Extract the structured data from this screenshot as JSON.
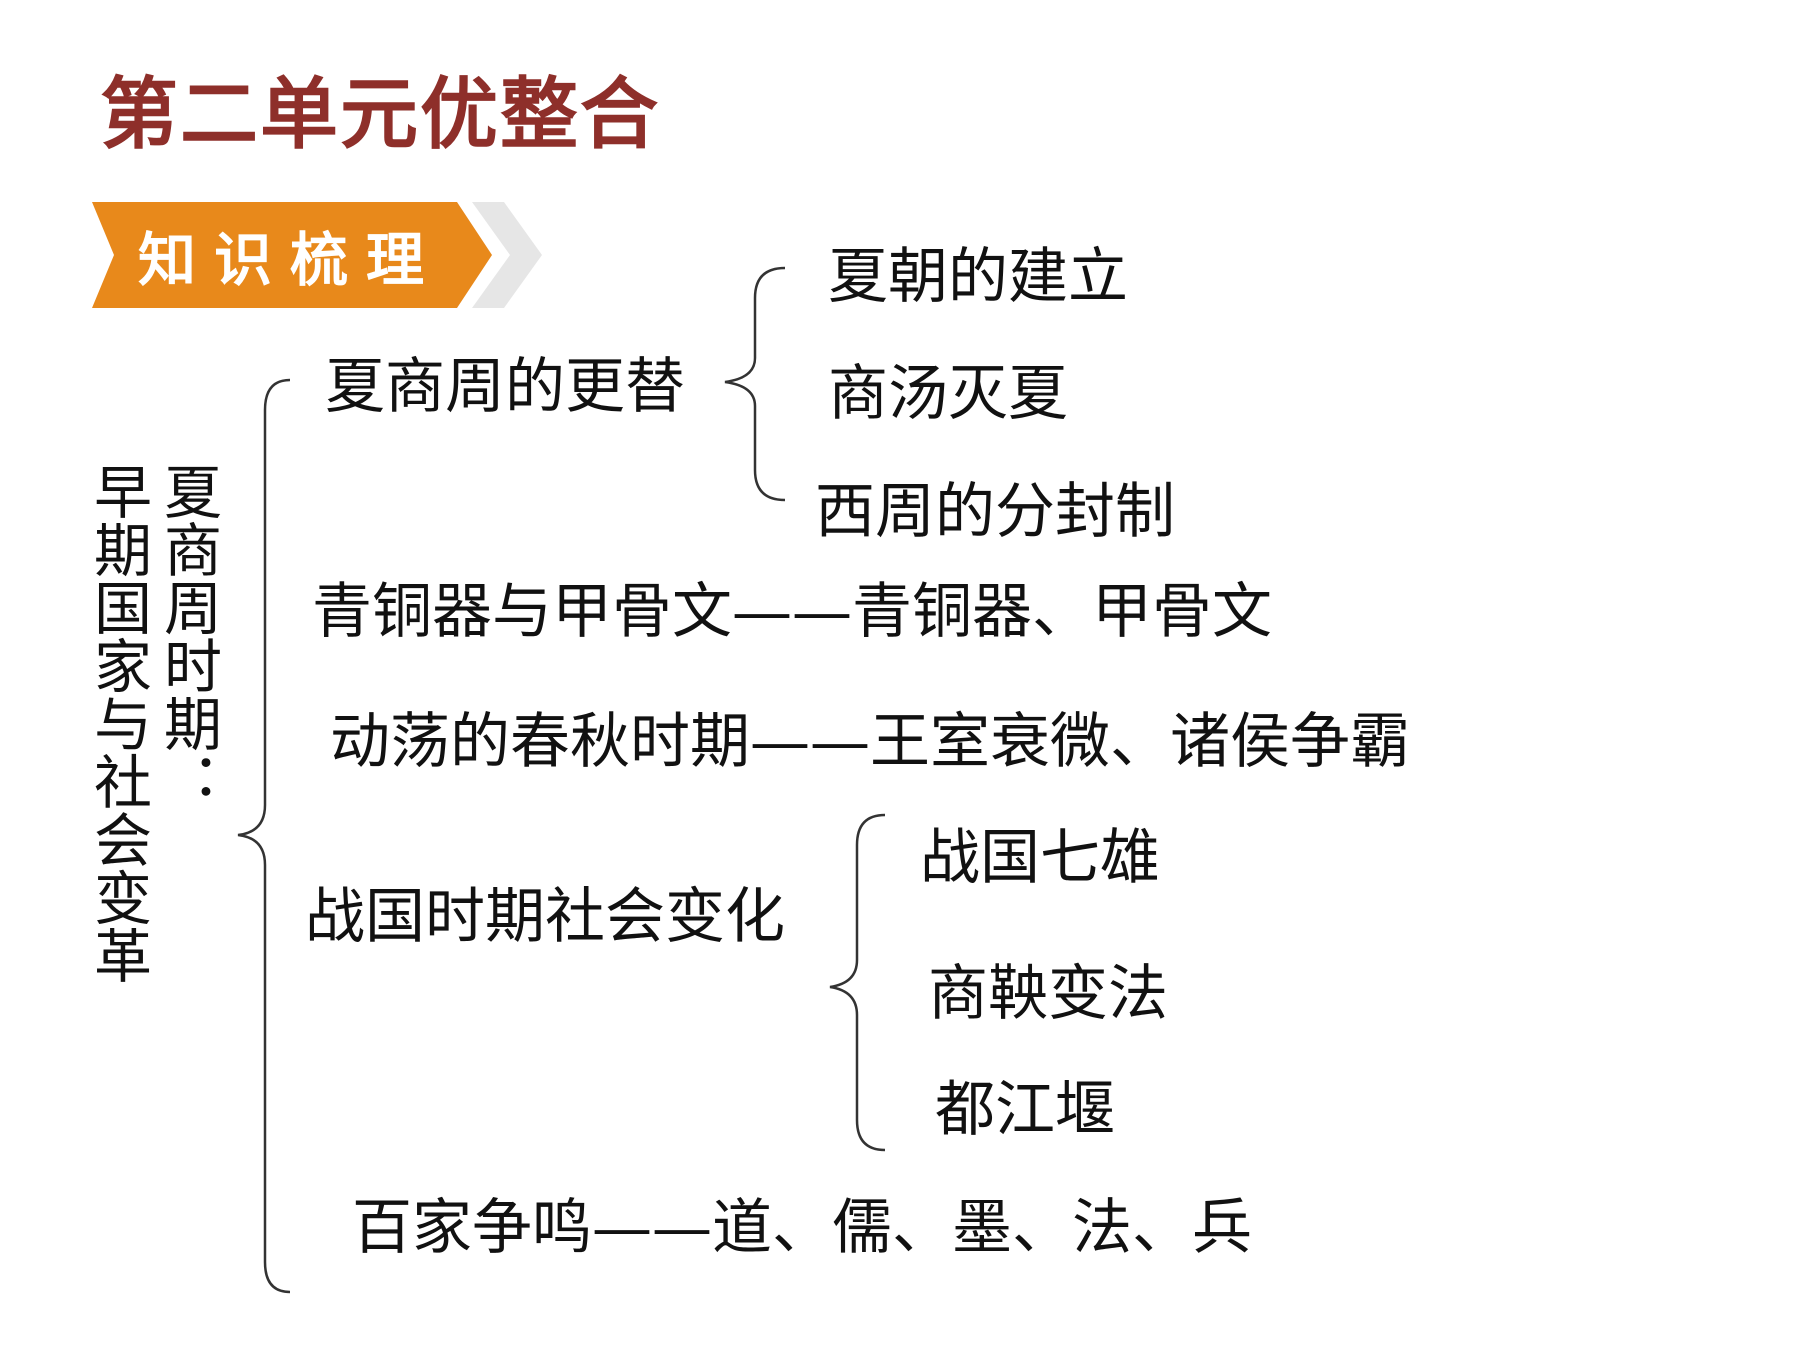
{
  "page": {
    "title": "第二单元优整合",
    "banner": "知识梳理",
    "accent_color": "#e8891b",
    "title_color": "#8e2f2a"
  },
  "root": {
    "col_1": "早期国家与社会变革",
    "col_2": "夏商周时期："
  },
  "branches": {
    "xia_shang_zhou": {
      "label": "夏商周的更替",
      "children": [
        "夏朝的建立",
        "商汤灭夏",
        "西周的分封制"
      ]
    },
    "bronze": "青铜器与甲骨文——青铜器、甲骨文",
    "chunqiu": "动荡的春秋时期——王室衰微、诸侯争霸",
    "zhanguo": {
      "label": "战国时期社会变化",
      "children": [
        "战国七雄",
        "商鞅变法",
        "都江堰"
      ]
    },
    "baijia": "百家争鸣——道、儒、墨、法、兵"
  }
}
